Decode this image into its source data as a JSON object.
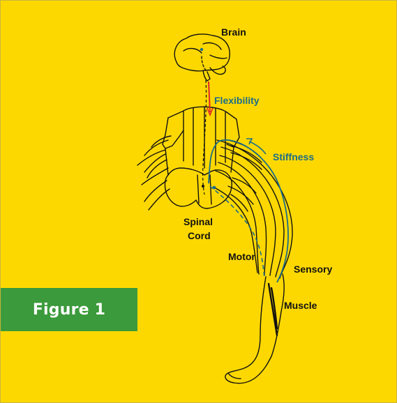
{
  "figure_label": "Figure 1",
  "labels": {
    "brain": "Brain",
    "flexibility": "Flexibility",
    "stiffness": "Stiffness",
    "spinal_line1": "Spinal",
    "spinal_line2": "Cord",
    "motor": "Motor",
    "sensory": "Sensory",
    "muscle": "Muscle"
  },
  "colors": {
    "background": "#fdd800",
    "figure_box": "#3b9a3b",
    "figure_text": "#ffffff",
    "label_dark": "#111111",
    "label_blue": "#1b6d88",
    "flexibility_path": "#e0272a"
  }
}
